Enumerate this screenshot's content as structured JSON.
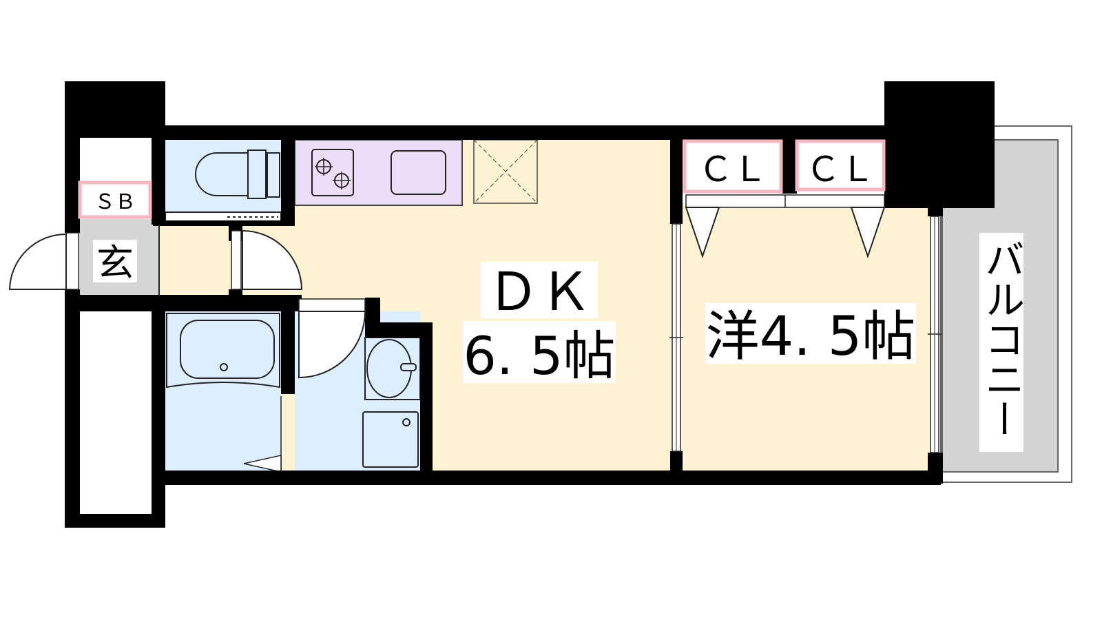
{
  "rooms": {
    "dk": {
      "name": "ＤＫ",
      "size": "6. 5帖"
    },
    "western": {
      "name": "洋4. 5帖"
    },
    "entrance": {
      "name": "玄"
    },
    "shoe_box": {
      "name": "ＳＢ"
    },
    "closet_1": {
      "name": "ＣＬ"
    },
    "closet_2": {
      "name": "ＣＬ"
    },
    "balcony": {
      "name": "バルコニー"
    }
  },
  "colors": {
    "wall": "#000000",
    "dk_floor": "#fdf2d2",
    "western_floor": "#fdf2d2",
    "water_rooms": "#dceeff",
    "kitchen_counter": "#ebdff7",
    "entrance_floor": "#d5d5d5",
    "balcony_floor": "#d3d3d3",
    "storage_outline": "#f8b6c0"
  },
  "icons": {
    "toilet": "toilet-icon",
    "stove": "stove-icon",
    "sink": "sink-icon",
    "bathtub": "bathtub-icon",
    "washbasin": "washbasin-icon",
    "washer_pan": "washer-pan-icon",
    "fridge_space": "fridge-space-icon"
  }
}
